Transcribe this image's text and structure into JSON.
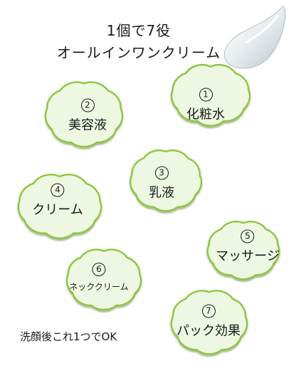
{
  "title_line1": "1個で7役",
  "title_line2": "オールインワンクリーム",
  "items": [
    {
      "num": "1",
      "label": "化粧水"
    },
    {
      "num": "2",
      "label": "美容液"
    },
    {
      "num": "3",
      "label": "乳液"
    },
    {
      "num": "4",
      "label": "クリーム"
    },
    {
      "num": "5",
      "label": "マッサージ"
    },
    {
      "num": "6",
      "label": "ネッククリーム"
    },
    {
      "num": "7",
      "label": "パック効果"
    }
  ],
  "footer": "洗顔後これ1つでOK",
  "colors": {
    "cloud_fill": "#eef7e2",
    "cloud_stroke": "#8cc63f",
    "cloud_shadow": "#dcebc6"
  },
  "icons": {
    "cream_swoosh": "cream-swoosh-icon"
  }
}
